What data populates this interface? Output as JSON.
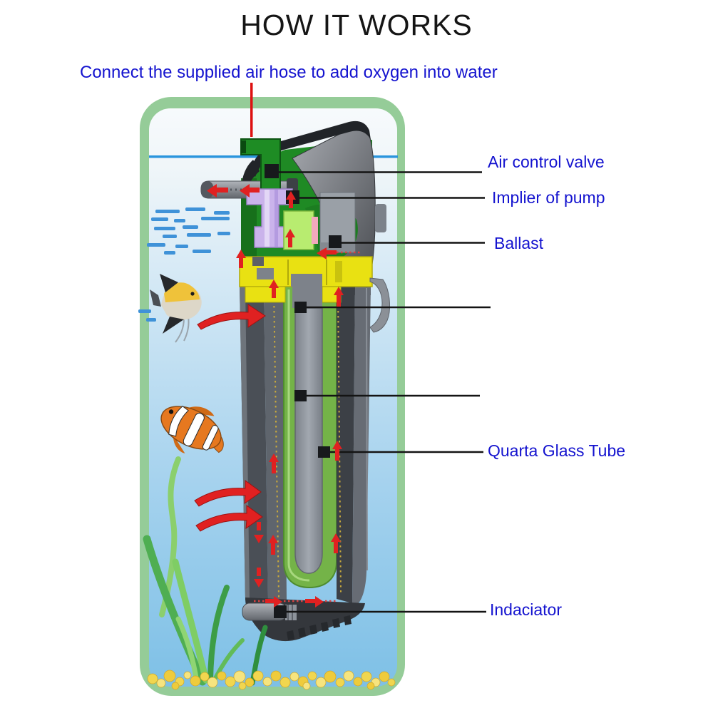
{
  "title": "HOW IT WORKS",
  "instruction": "Connect the supplied air hose to add oxygen into water",
  "callouts": [
    {
      "id": "air-control-valve",
      "label": "Air control valve"
    },
    {
      "id": "implier-of-pump",
      "label": "Implier of pump"
    },
    {
      "id": "ballast",
      "label": "Ballast"
    },
    {
      "id": "quarta-glass-tube",
      "label": "Quarta Glass Tube"
    },
    {
      "id": "indaciator",
      "label": "Indaciator"
    }
  ],
  "colors": {
    "title_text": "#151515",
    "label_text": "#1413cf",
    "callout_line": "#141414",
    "red_arrow": "#e02121",
    "tank_border_green": "#95cc98",
    "water_line_blue": "#2a95dd",
    "device_green": "#1f8a24",
    "collar_yellow": "#e9e112",
    "quartz_tube_green": "#74b348",
    "impeller_purple": "#cab3eb",
    "ballast_box_gray": "#9aa0a7",
    "gravel_yellow": "#f1d64f"
  }
}
